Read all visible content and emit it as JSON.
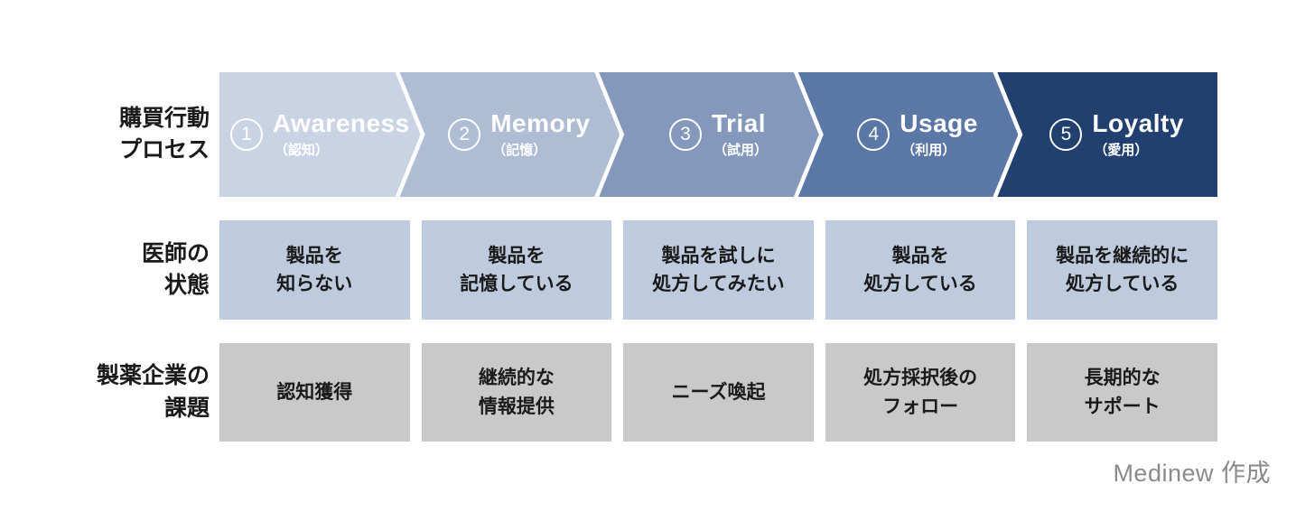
{
  "theme": {
    "doctor_box_bg": "#becadd",
    "task_box_bg": "#c9c9ca",
    "stage_text_color": "#ffffff",
    "label_text_color": "#1a1a1a"
  },
  "row_labels": {
    "process": "購買行動\nプロセス",
    "doctor": "医師の\n状態",
    "company": "製薬企業の\n課題"
  },
  "stages": [
    {
      "number": "1",
      "name": "Awareness",
      "name_ja": "（認知）",
      "color": "#c9d3e3",
      "doctor_state": "製品を\n知らない",
      "company_task": "認知獲得"
    },
    {
      "number": "2",
      "name": "Memory",
      "name_ja": "（記憶）",
      "color": "#aebcd4",
      "doctor_state": "製品を\n記憶している",
      "company_task": "継続的な\n情報提供"
    },
    {
      "number": "3",
      "name": "Trial",
      "name_ja": "（試用）",
      "color": "#8398ba",
      "doctor_state": "製品を試しに\n処方してみたい",
      "company_task": "ニーズ喚起"
    },
    {
      "number": "4",
      "name": "Usage",
      "name_ja": "（利用）",
      "color": "#5b77a5",
      "doctor_state": "製品を\n処方している",
      "company_task": "処方採択後の\nフォロー"
    },
    {
      "number": "5",
      "name": "Loyalty",
      "name_ja": "（愛用）",
      "color": "#21406f",
      "doctor_state": "製品を継続的に\n処方している",
      "company_task": "長期的な\nサポート"
    }
  ],
  "footer": {
    "credit": "Medinew 作成"
  }
}
